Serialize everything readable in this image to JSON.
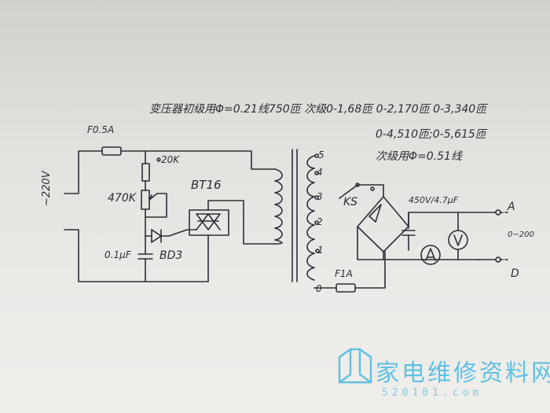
{
  "notes": {
    "line1": "变压器初级用Φ=0.21线750匝 次级0-1,68匝 0-2,170匝 0-3,340匝",
    "line2": "0-4,510匝;0-5,615匝",
    "line3": "次级用Φ=0.51线"
  },
  "labels": {
    "fuse_main": "F0.5A",
    "mains": "~220V",
    "r_top": "20K",
    "r_pot": "470K",
    "triac": "BT16",
    "cap_small": "0.1μF",
    "diac": "BD3",
    "selector": "KS",
    "cap_filter": "450V/4.7μF",
    "fuse_out": "F1A",
    "term_a": "A",
    "term_d": "D",
    "output_range": "0~200",
    "tap_5": "5",
    "tap_4": "4",
    "tap_3": "3",
    "tap_2": "2",
    "tap_1": "1",
    "tap_0": "0",
    "voltmeter": "V",
    "ammeter": "A"
  },
  "watermark": {
    "text": "家电维修资料网",
    "url": "520101.com",
    "color": "#5fc0e3"
  }
}
